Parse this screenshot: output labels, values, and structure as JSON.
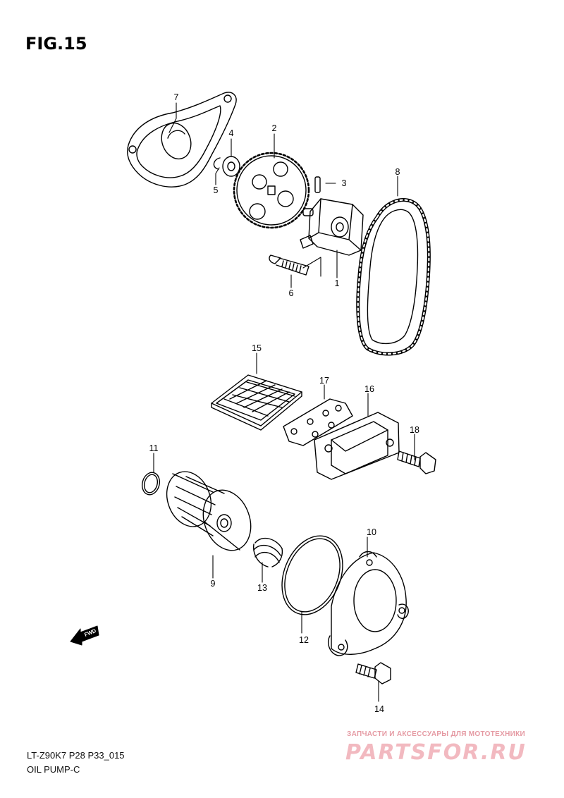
{
  "figure": {
    "title": "FIG.15",
    "model_code": "LT-Z90K7  P28 P33_015",
    "section_name": "OIL PUMP-C"
  },
  "direction_arrow": {
    "label": "FWD"
  },
  "callouts": [
    "1",
    "2",
    "3",
    "4",
    "5",
    "6",
    "7",
    "8",
    "9",
    "10",
    "11",
    "12",
    "13",
    "14",
    "15",
    "16",
    "17",
    "18"
  ],
  "watermark": {
    "tagline": "ЗАПЧАСТИ И АКСЕССУАРЫ ДЛЯ МОТОТЕХНИКИ",
    "brand": "PARTSFOR.RU"
  }
}
